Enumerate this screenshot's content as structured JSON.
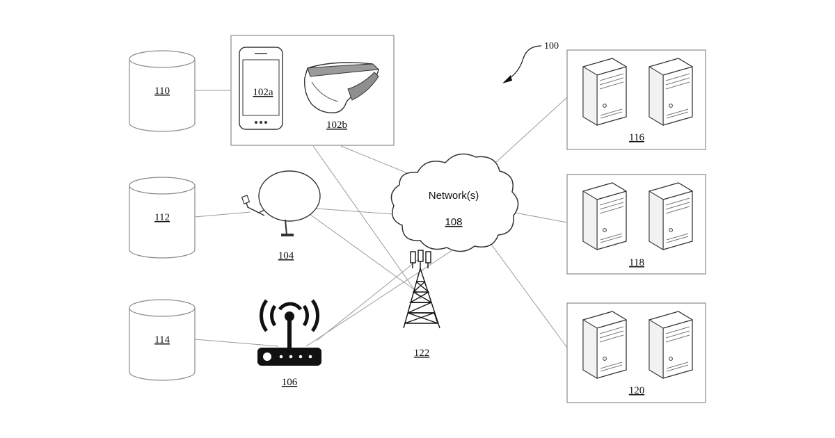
{
  "figure_ref": "100",
  "databases": [
    {
      "id": "110"
    },
    {
      "id": "112"
    },
    {
      "id": "114"
    }
  ],
  "client_devices": {
    "phone_label": "102a",
    "headset_label": "102b"
  },
  "satellite_label": "104",
  "router_label": "106",
  "tower_label": "122",
  "network": {
    "title": "Network(s)",
    "ref": "108"
  },
  "server_groups": [
    {
      "id": "116"
    },
    {
      "id": "118"
    },
    {
      "id": "120"
    }
  ],
  "icons": [
    "database-cylinder-icon",
    "smartphone-icon",
    "vr-headset-icon",
    "satellite-dish-icon",
    "wifi-router-icon",
    "cell-tower-icon",
    "cloud-icon",
    "server-tower-icon",
    "reference-arrow-icon"
  ]
}
